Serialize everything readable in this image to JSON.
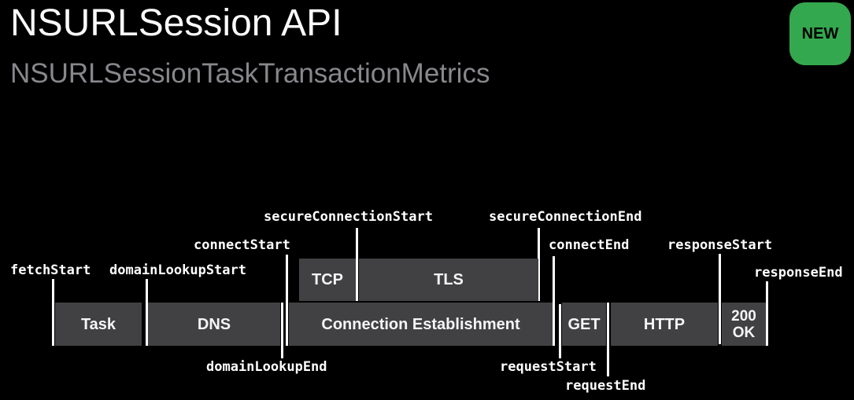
{
  "header": {
    "title": "NSURLSession API",
    "subtitle": "NSURLSessionTaskTransactionMetrics",
    "badge": "NEW",
    "badge_color": "#34a84e"
  },
  "diagram": {
    "colors": {
      "bar_fill": "#414143",
      "tick": "#ffffff",
      "label": "#ffffff"
    },
    "bars": {
      "task": "Task",
      "dns": "DNS",
      "connection": "Connection Establishment",
      "tcp": "TCP",
      "tls": "TLS",
      "get": "GET",
      "http": "HTTP",
      "status": "200\nOK"
    },
    "events": {
      "fetchStart": "fetchStart",
      "domainLookupStart": "domainLookupStart",
      "domainLookupEnd": "domainLookupEnd",
      "connectStart": "connectStart",
      "secureConnectionStart": "secureConnectionStart",
      "secureConnectionEnd": "secureConnectionEnd",
      "connectEnd": "connectEnd",
      "requestStart": "requestStart",
      "requestEnd": "requestEnd",
      "responseStart": "responseStart",
      "responseEnd": "responseEnd"
    }
  }
}
